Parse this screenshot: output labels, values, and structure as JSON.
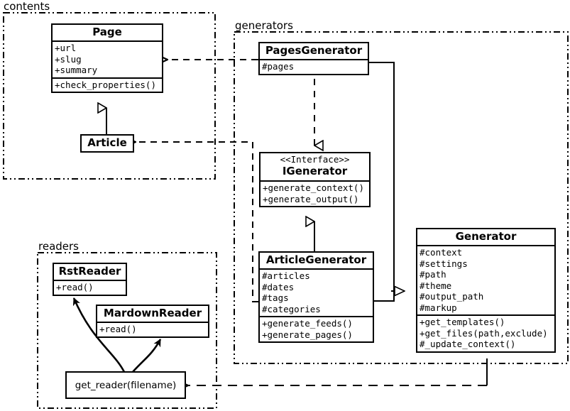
{
  "diagram": {
    "title": "Pelican architecture UML class diagram",
    "stroke_color": "#000000",
    "background": "#ffffff"
  },
  "packages": [
    {
      "id": "contents",
      "label": "contents"
    },
    {
      "id": "generators",
      "label": "generators"
    },
    {
      "id": "readers",
      "label": "readers"
    }
  ],
  "classes": {
    "page": {
      "name": "Page",
      "attributes": [
        "+url",
        "+slug",
        "+summary"
      ],
      "methods": [
        "+check_properties()"
      ]
    },
    "article": {
      "name": "Article",
      "attributes": [],
      "methods": []
    },
    "pages_generator": {
      "name": "PagesGenerator",
      "attributes": [
        "#pages"
      ],
      "methods": []
    },
    "igenerator": {
      "stereotype": "<<Interface>>",
      "name": "IGenerator",
      "attributes": [],
      "methods": [
        "+generate_context()",
        "+generate_output()"
      ]
    },
    "article_generator": {
      "name": "ArticleGenerator",
      "attributes": [
        "#articles",
        "#dates",
        "#tags",
        "#categories"
      ],
      "methods": [
        "+generate_feeds()",
        "+generate_pages()"
      ]
    },
    "generator": {
      "name": "Generator",
      "attributes": [
        "#context",
        "#settings",
        "#path",
        "#theme",
        "#output_path",
        "#markup"
      ],
      "methods": [
        "+get_templates()",
        "+get_files(path,exclude)",
        "#_update_context()"
      ]
    },
    "rst_reader": {
      "name": "RstReader",
      "attributes": [],
      "methods": [
        "+read()"
      ]
    },
    "mardown_reader": {
      "name": "MardownReader",
      "attributes": [],
      "methods": [
        "+read()"
      ]
    },
    "get_reader": {
      "name": "get_reader(filename)"
    }
  },
  "relationships": [
    {
      "id": "pagesgenerator-uses-page",
      "type": "dependency",
      "from": "PagesGenerator",
      "to": "Page"
    },
    {
      "id": "articlegenerator-uses-article",
      "type": "dependency",
      "from": "ArticleGenerator",
      "to": "Article"
    },
    {
      "id": "article-inherits-page",
      "type": "generalization",
      "from": "Article",
      "to": "Page"
    },
    {
      "id": "pagesgenerator-realizes-igenerator",
      "type": "realization",
      "from": "PagesGenerator",
      "to": "IGenerator"
    },
    {
      "id": "articlegenerator-inherits-igenerator",
      "type": "generalization",
      "from": "ArticleGenerator",
      "to": "IGenerator"
    },
    {
      "id": "pagesgenerator-inherits-generator",
      "type": "generalization",
      "from": "PagesGenerator",
      "to": "Generator"
    },
    {
      "id": "articlegenerator-inherits-generator",
      "type": "generalization",
      "from": "ArticleGenerator",
      "to": "Generator"
    },
    {
      "id": "generator-uses-getreader",
      "type": "dependency",
      "from": "Generator",
      "to": "get_reader(filename)"
    },
    {
      "id": "getreader-returns-rstreader",
      "type": "flow",
      "from": "get_reader(filename)",
      "to": "RstReader"
    },
    {
      "id": "getreader-returns-mardownreader",
      "type": "flow",
      "from": "get_reader(filename)",
      "to": "MardownReader"
    }
  ]
}
